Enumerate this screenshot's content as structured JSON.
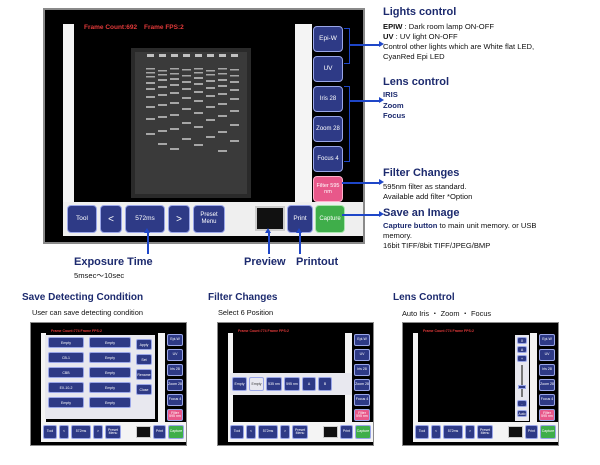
{
  "main_screen": {
    "frame_count": "Frame Count:692",
    "frame_fps": "Frame FPS:2",
    "buttons": {
      "epi_w": "Epi-W",
      "uv": "UV",
      "iris": "Iris 28",
      "zoom": "Zoom 28",
      "focus": "Focus 4",
      "filter": "Filter 595 nm",
      "capture": "Capture",
      "tool": "Tool",
      "prev": "<",
      "exposure": "572ms",
      "next": ">",
      "preset": "Preset Menu",
      "print": "Print"
    }
  },
  "callouts": {
    "lights": {
      "title": "Lights control",
      "line1_bold": "EPIW",
      "line1_rest": " : Dark room lamp ON-OFF",
      "line2_bold": "UV",
      "line2_rest": " : UV light ON-OFF",
      "line3": "Control other lights which are White flat LED,",
      "line4": "CyanRed Epi LED"
    },
    "lens": {
      "title": "Lens control",
      "item1": "IRIS",
      "item2": "Zoom",
      "item3": "Focus"
    },
    "filter": {
      "title": "Filter Changes",
      "line1": "595nm filter as standard.",
      "line2": "Available add filter *Option"
    },
    "save": {
      "title": "Save an Image",
      "line1_bold": "Capture button",
      "line1_rest": " to main unit memory. or USB",
      "line2": "memory.",
      "line3": "16bit TIFF/8bit TIFF/JPEG/BMP"
    },
    "exposure": {
      "title": "Exposure Time",
      "desc": "5msec〜10sec"
    },
    "preview": {
      "title": "Preview"
    },
    "printout": {
      "title": "Printout"
    }
  },
  "bottom": {
    "save_detect": {
      "title": "Save Detecting Condition",
      "desc": "User can save detecting condition",
      "cells": [
        "Empty",
        "Empty",
        "CB-1",
        "Empty",
        "CBB",
        "Empty",
        "EX-10-2",
        "Empty",
        "Empty",
        "Empty"
      ],
      "side": [
        "Apply",
        "Set",
        "Rename",
        "Close"
      ]
    },
    "filter_changes": {
      "title": "Filter Changes",
      "desc": "Select 6 Position",
      "options": [
        "Empty",
        "Empty",
        "535 nm",
        "595 nm",
        "A",
        "B"
      ]
    },
    "lens_control": {
      "title": "Lens Control",
      "desc": "Auto Iris ・ Zoom ・ Focus"
    },
    "mini_frame": "Frame Count:774   Frame FPS:2",
    "mini_buttons": {
      "epi_w": "Epi-W",
      "uv": "UV",
      "iris": "Iris 28",
      "zoom": "Zoom 28",
      "focus": "Focus 4",
      "filter": "Filter 595 nm",
      "capture": "Capture",
      "tool": "Tool",
      "prev": "<",
      "exposure": "572ms",
      "next": ">",
      "preset": "Preset Menu",
      "print": "Print"
    },
    "lens_panel": {
      "close": "X",
      "auto": "A",
      "plus": "+",
      "minus": "-",
      "auto2": "Auto"
    }
  }
}
